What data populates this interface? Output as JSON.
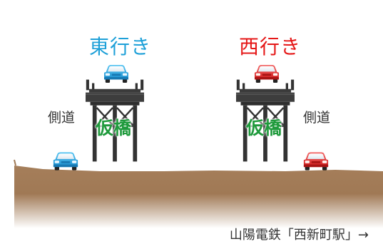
{
  "labels": {
    "eastbound": "東行き",
    "westbound": "西行き",
    "side_road_left": "側道",
    "side_road_right": "側道",
    "temp_bridge_left": "仮橋",
    "temp_bridge_right": "仮橋",
    "station": "山陽電鉄「西新町駅」→"
  },
  "colors": {
    "eastbound": "#1ea0d8",
    "westbound": "#e51818",
    "bridge_label": "#1f9a3c",
    "blue_car": "#2aa8e6",
    "red_car": "#e53030",
    "ground": "#a57e5a",
    "ground_fade": "#ffffff",
    "bridge_structure": "#333333"
  },
  "icons": {
    "car": "car-icon"
  }
}
